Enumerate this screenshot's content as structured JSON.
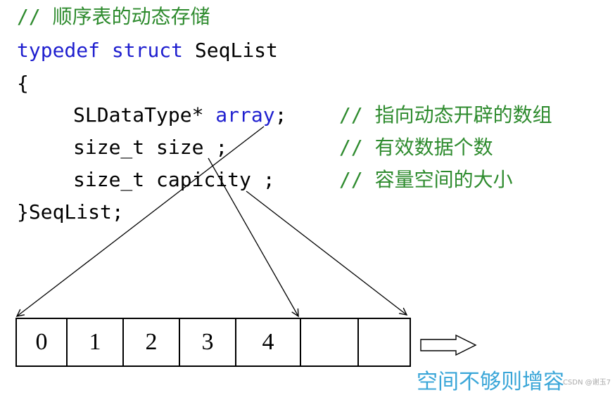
{
  "code": {
    "title_comment": "// 顺序表的动态存储",
    "line1_kw1": "typedef",
    "line1_kw2": "struct",
    "line1_name": "SeqList",
    "open_brace": "{",
    "field1_type": "SLDataType*",
    "field1_name": "array",
    "field1_end": ";",
    "field1_comment": "// 指向动态开辟的数组",
    "field2_type": "size_t",
    "field2_name": "size",
    "field2_end": ";",
    "field2_comment": "// 有效数据个数",
    "field3_type": "size_t",
    "field3_name": "capicity",
    "field3_end": ";",
    "field3_comment": "// 容量空间的大小",
    "close_line": "}SeqList;"
  },
  "array": {
    "cells": [
      "0",
      "1",
      "2",
      "3",
      "4",
      "",
      ""
    ]
  },
  "expand_label": "空间不够则增容",
  "watermark": "CSDN @谢玉7",
  "colors": {
    "comment": "#2e8b2e",
    "keyword": "#1f1fcf",
    "label": "#3aa6d8"
  }
}
